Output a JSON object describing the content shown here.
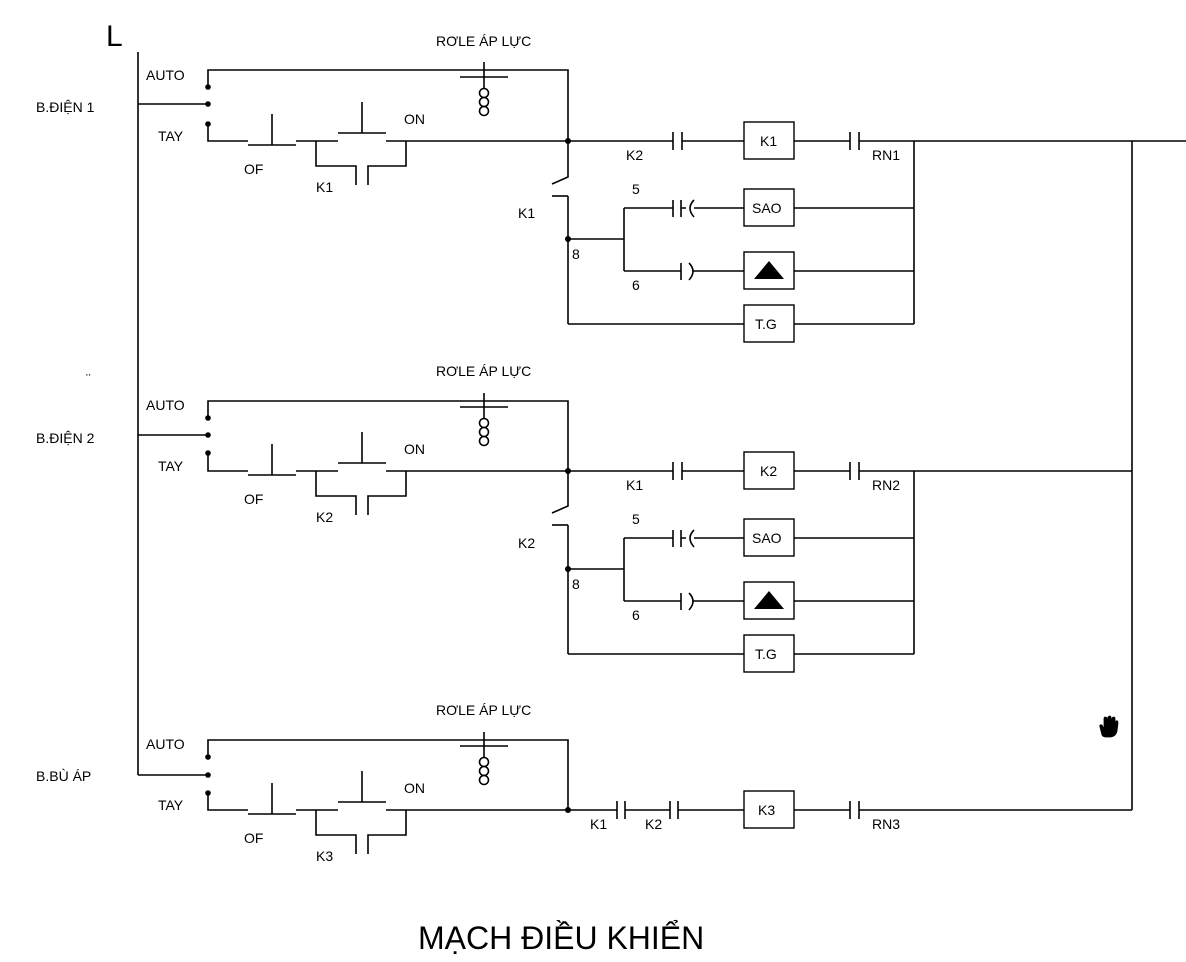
{
  "line_label": "L",
  "title": "MẠCH ĐIỀU KHIỂN",
  "common": {
    "auto": "AUTO",
    "tay": "TAY",
    "of": "OF",
    "on": "ON",
    "relay": "RƠLE ÁP LỰC",
    "sao": "SAO",
    "tg": "T.G",
    "pin5": "5",
    "pin6": "6",
    "pin8": "8",
    "stray_mark": "¨"
  },
  "circuits": [
    {
      "motor": "B.ĐIỆN 1",
      "hold": "K1",
      "interlock": "K2",
      "coil": "K1",
      "thermal": "RN1",
      "timer_contact": "K1"
    },
    {
      "motor": "B.ĐIỆN 2",
      "hold": "K2",
      "interlock": "K1",
      "coil": "K2",
      "thermal": "RN2",
      "timer_contact": "K2"
    },
    {
      "motor": "B.BÙ ÁP",
      "hold": "K3",
      "interlock_a": "K1",
      "interlock_b": "K2",
      "coil": "K3",
      "thermal": "RN3"
    }
  ],
  "icons": {
    "cursor": "hand-cursor-icon",
    "delta": "triangle-icon"
  }
}
